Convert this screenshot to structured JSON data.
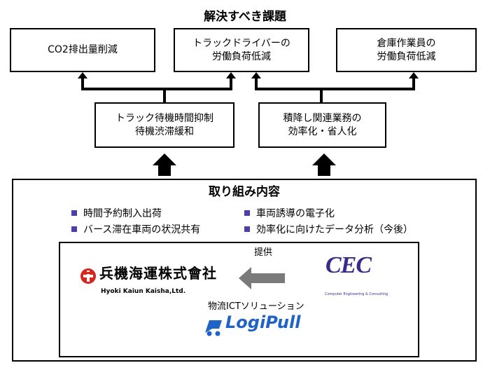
{
  "heading": "解決すべき課題",
  "goals": {
    "co2": "CO2排出量削減",
    "driver_line1": "トラックドライバーの",
    "driver_line2": "労働負荷低減",
    "warehouse_line1": "倉庫作業員の",
    "warehouse_line2": "労働負荷低減"
  },
  "means": {
    "truck_line1": "トラック待機時間抑制",
    "truck_line2": "待機渋滞緩和",
    "loading_line1": "積降し関連業務の",
    "loading_line2": "効率化・省人化"
  },
  "actions": {
    "title": "取り組み内容",
    "items": [
      "時間予約制入出荷",
      "バース滞在車両の状況共有",
      "車両誘導の電子化",
      "効率化に向けたデータ分析（今後）"
    ]
  },
  "collab": {
    "provide_label": "提供",
    "hyoki_name": "兵機海運株式會社",
    "hyoki_romaji": "Hyoki Kaiun Kaisha,Ltd.",
    "cec_logo": "CEC",
    "cec_tagline": "Computer Engineering & Consulting",
    "solution_label": "物流ICTソリューション",
    "logipull": "LogiPull"
  },
  "colors": {
    "bullet": "#4b3fae",
    "hyoki_red": "#d7261e",
    "cec_purple": "#3b2a8c",
    "logipull_blue": "#1f63c6",
    "arrow_gray": "#7a7a7a"
  }
}
